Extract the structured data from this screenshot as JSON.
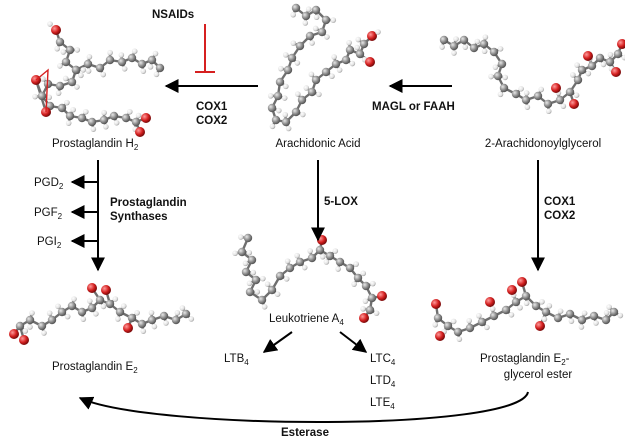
{
  "molecules": {
    "prostaglandin_h2": {
      "name": "Prostaglandin H",
      "subscript": "2"
    },
    "arachidonic_acid": {
      "name": "Arachidonic Acid"
    },
    "arachidonoylglycerol": {
      "name": "2-Arachidonoylglycerol"
    },
    "leukotriene_a4": {
      "name": "Leukotriene A",
      "subscript": "4"
    },
    "prostaglandin_e2": {
      "name": "Prostaglandin E",
      "subscript": "2"
    },
    "pge2_glycerol_ester": {
      "line1_name": "Prostaglandin E",
      "line1_subscript": "2",
      "line1_suffix": "-",
      "line2": "glycerol ester"
    }
  },
  "enzymes": {
    "nsaids": "NSAIDs",
    "cox_left": {
      "line1": "COX1",
      "line2": "COX2"
    },
    "magl_faah": "MAGL or FAAH",
    "cox_right": {
      "line1": "COX1",
      "line2": "COX2"
    },
    "five_lox": "5-LOX",
    "pg_synthases": {
      "line1": "Prostaglandin",
      "line2": "Synthases"
    },
    "esterase": "Esterase"
  },
  "prostaglandin_products": [
    {
      "name": "PGD",
      "subscript": "2"
    },
    {
      "name": "PGF",
      "subscript": "2"
    },
    {
      "name": "PGI",
      "subscript": "2"
    }
  ],
  "leukotriene_products": {
    "ltb4": {
      "name": "LTB",
      "subscript": "4"
    },
    "ltc4": {
      "name": "LTC",
      "subscript": "4"
    },
    "ltd4": {
      "name": "LTD",
      "subscript": "4"
    },
    "lte4": {
      "name": "LTE",
      "subscript": "4"
    }
  },
  "colors": {
    "carbon": "#8c8c8c",
    "oxygen": "#d42020",
    "hydrogen": "#e6e6e6",
    "inhibition": "#d62020",
    "arrow": "#000000"
  }
}
